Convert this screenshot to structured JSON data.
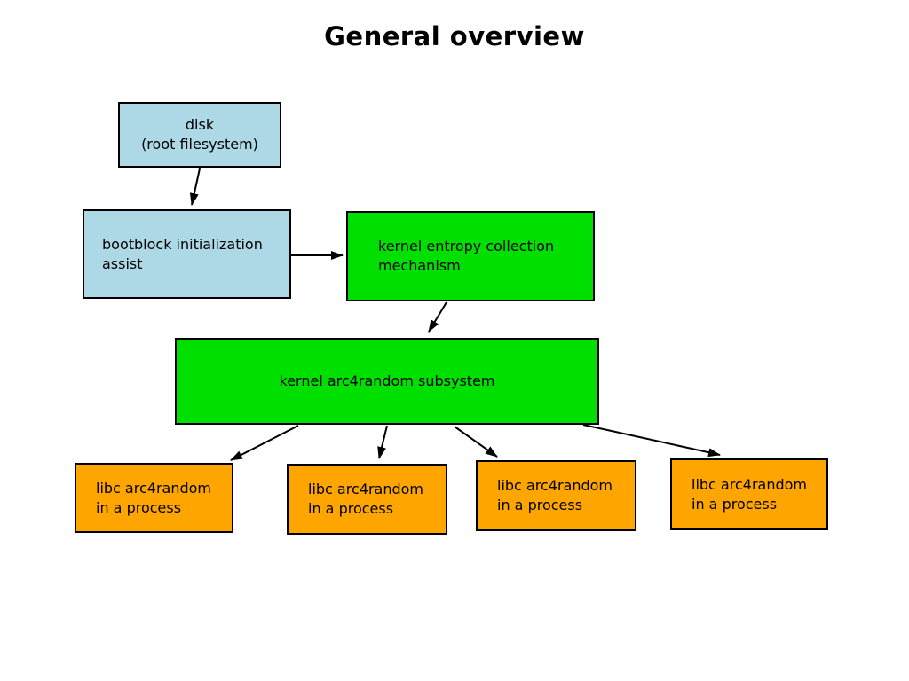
{
  "title": "General overview",
  "colors": {
    "lightblue": "#add8e6",
    "green": "#00e000",
    "orange": "#ffa500",
    "border": "#000000",
    "background": "#ffffff"
  },
  "nodes": {
    "disk": {
      "label": "disk\n(root filesystem)"
    },
    "bootblock": {
      "label": "bootblock initialization\nassist"
    },
    "entropy": {
      "label": "kernel entropy collection\nmechanism"
    },
    "arc4random": {
      "label": "kernel arc4random subsystem"
    },
    "libc_processes": [
      {
        "label": "libc arc4random\nin a process"
      },
      {
        "label": "libc arc4random\nin a process"
      },
      {
        "label": "libc arc4random\nin a process"
      },
      {
        "label": "libc arc4random\nin a process"
      }
    ]
  },
  "edges": [
    {
      "from": "disk",
      "to": "bootblock"
    },
    {
      "from": "bootblock",
      "to": "entropy"
    },
    {
      "from": "entropy",
      "to": "arc4random"
    },
    {
      "from": "arc4random",
      "to": "libc_process_1"
    },
    {
      "from": "arc4random",
      "to": "libc_process_2"
    },
    {
      "from": "arc4random",
      "to": "libc_process_3"
    },
    {
      "from": "arc4random",
      "to": "libc_process_4"
    }
  ]
}
